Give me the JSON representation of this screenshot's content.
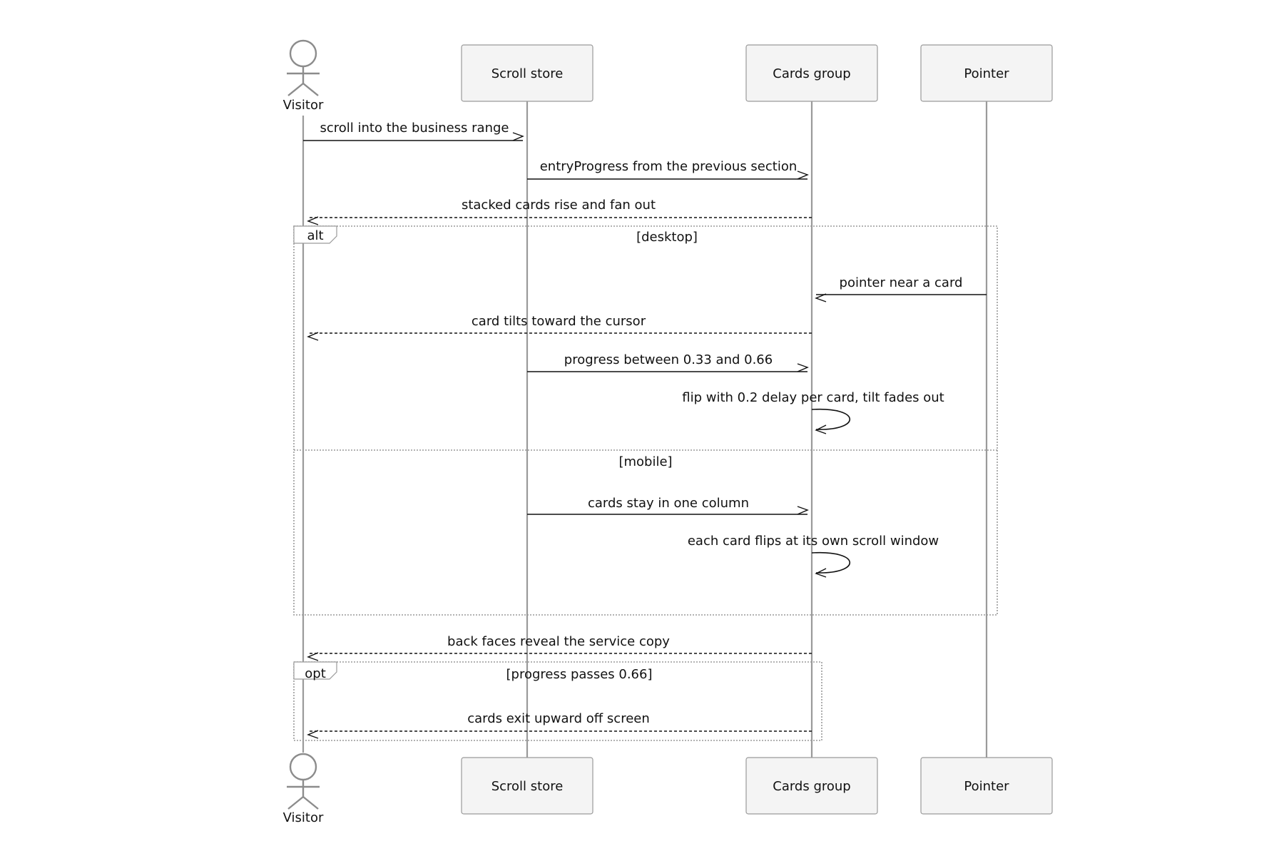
{
  "participants": [
    {
      "id": "visitor",
      "label": "Visitor",
      "kind": "actor"
    },
    {
      "id": "scroll_store",
      "label": "Scroll store",
      "kind": "box"
    },
    {
      "id": "cards_group",
      "label": "Cards group",
      "kind": "box"
    },
    {
      "id": "pointer",
      "label": "Pointer",
      "kind": "box"
    }
  ],
  "messages": [
    {
      "from": "visitor",
      "to": "scroll_store",
      "label": "scroll into the business range",
      "style": "solid"
    },
    {
      "from": "scroll_store",
      "to": "cards_group",
      "label": "entryProgress from the previous section",
      "style": "solid"
    },
    {
      "from": "cards_group",
      "to": "visitor",
      "label": "stacked cards rise and fan out",
      "style": "dashed"
    },
    {
      "from": "pointer",
      "to": "cards_group",
      "label": "pointer near a card",
      "style": "solid"
    },
    {
      "from": "cards_group",
      "to": "visitor",
      "label": "card tilts toward the cursor",
      "style": "dashed"
    },
    {
      "from": "scroll_store",
      "to": "cards_group",
      "label": "progress between 0.33 and 0.66",
      "style": "solid"
    },
    {
      "from": "cards_group",
      "to": "cards_group",
      "label": "flip with 0.2 delay per card, tilt fades out",
      "style": "self"
    },
    {
      "from": "scroll_store",
      "to": "cards_group",
      "label": "cards stay in one column",
      "style": "solid"
    },
    {
      "from": "cards_group",
      "to": "cards_group",
      "label": "each card flips at its own scroll window",
      "style": "self"
    },
    {
      "from": "cards_group",
      "to": "visitor",
      "label": "back faces reveal the service copy",
      "style": "dashed"
    },
    {
      "from": "cards_group",
      "to": "visitor",
      "label": "cards exit upward off screen",
      "style": "dashed"
    }
  ],
  "fragments": [
    {
      "keyword": "alt",
      "conditions": [
        "[desktop]",
        "[mobile]"
      ]
    },
    {
      "keyword": "opt",
      "conditions": [
        "[progress passes 0.66]"
      ]
    }
  ],
  "colors": {
    "line": "#9a9a9a",
    "box_fill": "#f4f4f4",
    "arrow": "#111111"
  }
}
